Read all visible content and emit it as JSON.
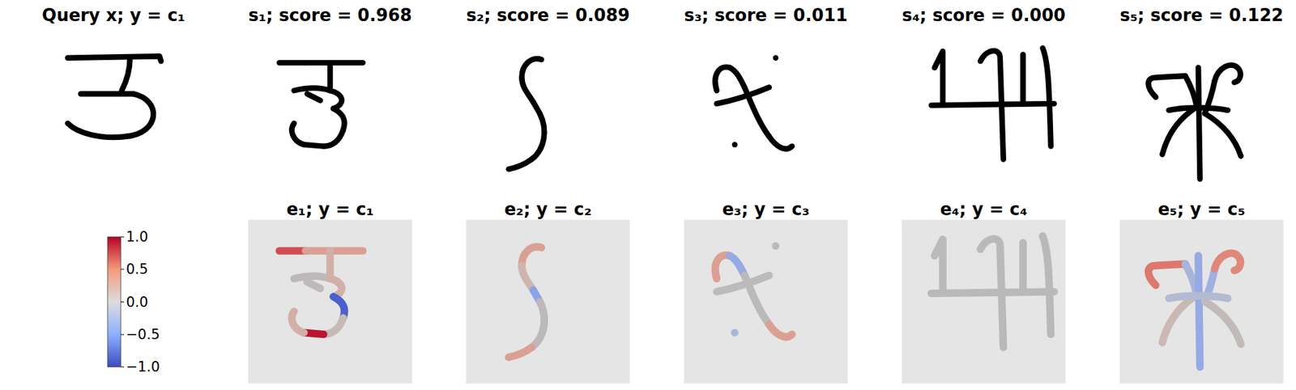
{
  "diagram": {
    "nodes": [
      {
        "text": [
          "Query x; y = c₁"
        ]
      },
      {
        "text": [
          "s₁; score = 0.968"
        ]
      },
      {
        "text": [
          "s₂; score = 0.089"
        ]
      },
      {
        "text": [
          "s₃; score = 0.011"
        ]
      },
      {
        "text": [
          "s₄; score = 0.000"
        ]
      },
      {
        "text": [
          "s₅; score = 0.122"
        ]
      },
      {
        "text": [
          "e₁; y = c₁"
        ]
      },
      {
        "text": [
          "e₂; y = c₂"
        ]
      },
      {
        "text": [
          "e₃; y = c₃"
        ]
      },
      {
        "text": [
          "e₄; y = c₄"
        ]
      },
      {
        "text": [
          "e₅; y = c₅"
        ]
      }
    ],
    "labels": [
      "1.0",
      "0.5",
      "0.0",
      "−0.5",
      "−1.0"
    ]
  }
}
